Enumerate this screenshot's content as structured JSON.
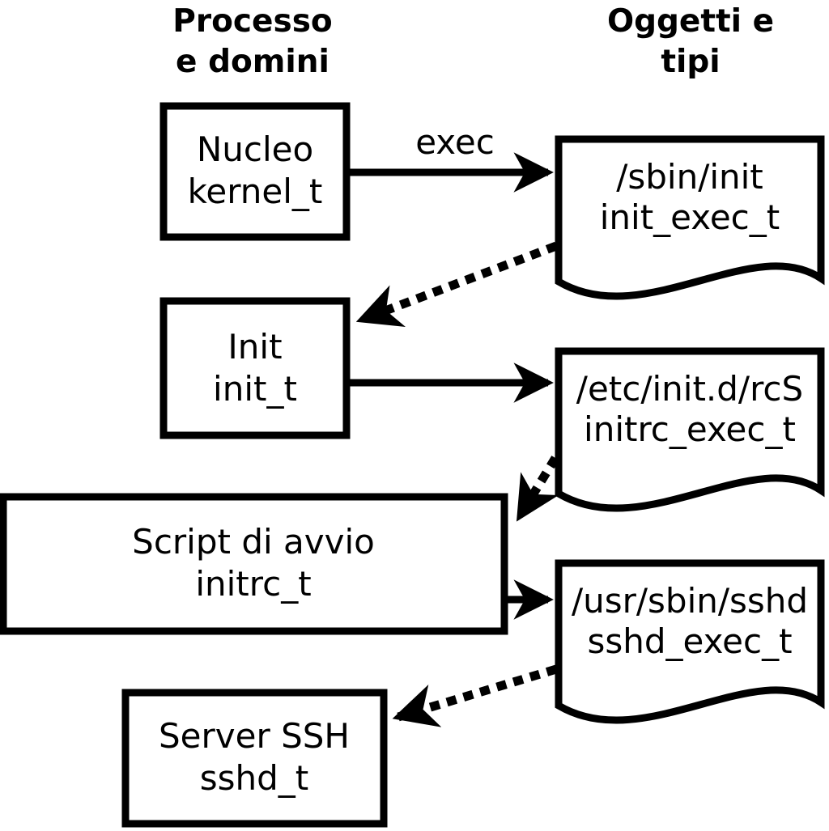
{
  "diagram": {
    "headers": {
      "left": {
        "line1": "Processo",
        "line2": "e domini"
      },
      "right": {
        "line1": "Oggetti e",
        "line2": "tipi"
      }
    },
    "processes": [
      {
        "id": "kernel",
        "label": "Nucleo",
        "domain": "kernel_t"
      },
      {
        "id": "init",
        "label": "Init",
        "domain": "init_t"
      },
      {
        "id": "initrc",
        "label": "Script di avvio",
        "domain": "initrc_t"
      },
      {
        "id": "sshd",
        "label": "Server SSH",
        "domain": "sshd_t"
      }
    ],
    "objects": [
      {
        "id": "init_exec",
        "path": "/sbin/init",
        "type": "init_exec_t"
      },
      {
        "id": "initrc_exec",
        "path": "/etc/init.d/rcS",
        "type": "initrc_exec_t"
      },
      {
        "id": "sshd_exec",
        "path": "/usr/sbin/sshd",
        "type": "sshd_exec_t"
      }
    ],
    "labels": {
      "exec": "exec"
    },
    "colors": {
      "ink": "#000000",
      "paper": "#ffffff"
    }
  }
}
